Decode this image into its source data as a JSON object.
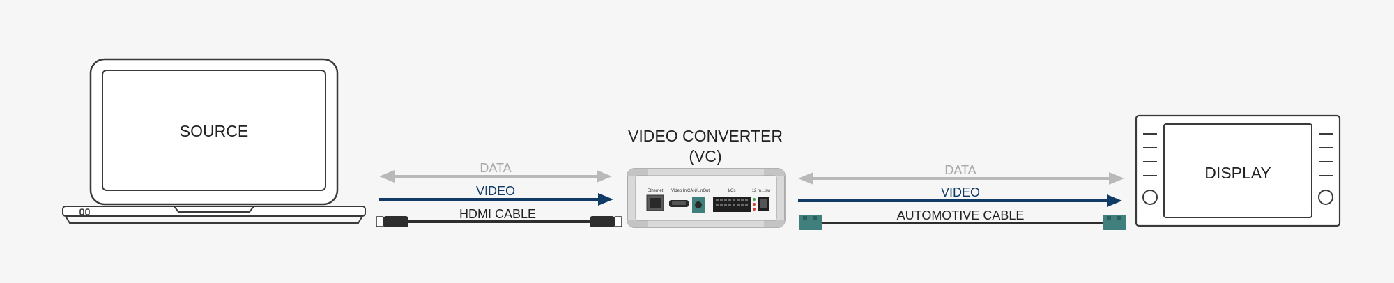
{
  "source": {
    "label": "SOURCE"
  },
  "converter": {
    "title_line1": "VIDEO CONVERTER",
    "title_line2": "(VC)",
    "port_labels": [
      "Ethernet",
      "Video In",
      "CAN/LinOut",
      "I/Os",
      "12 m…sw"
    ]
  },
  "display": {
    "label": "DISPLAY"
  },
  "link_left": {
    "data_label": "DATA",
    "video_label": "VIDEO",
    "cable_label": "HDMI CABLE"
  },
  "link_right": {
    "data_label": "DATA",
    "video_label": "VIDEO",
    "cable_label": "AUTOMOTIVE CABLE"
  },
  "colors": {
    "outline": "#3a3a3a",
    "data_arrow": "#b9b9b9",
    "video_arrow": "#0f3b66",
    "cable": "#2e2e2e",
    "fakra_connector": "#3f7f7c",
    "text": "#222222",
    "data_text": "#a8a8a8",
    "video_text": "#0f3b66"
  }
}
